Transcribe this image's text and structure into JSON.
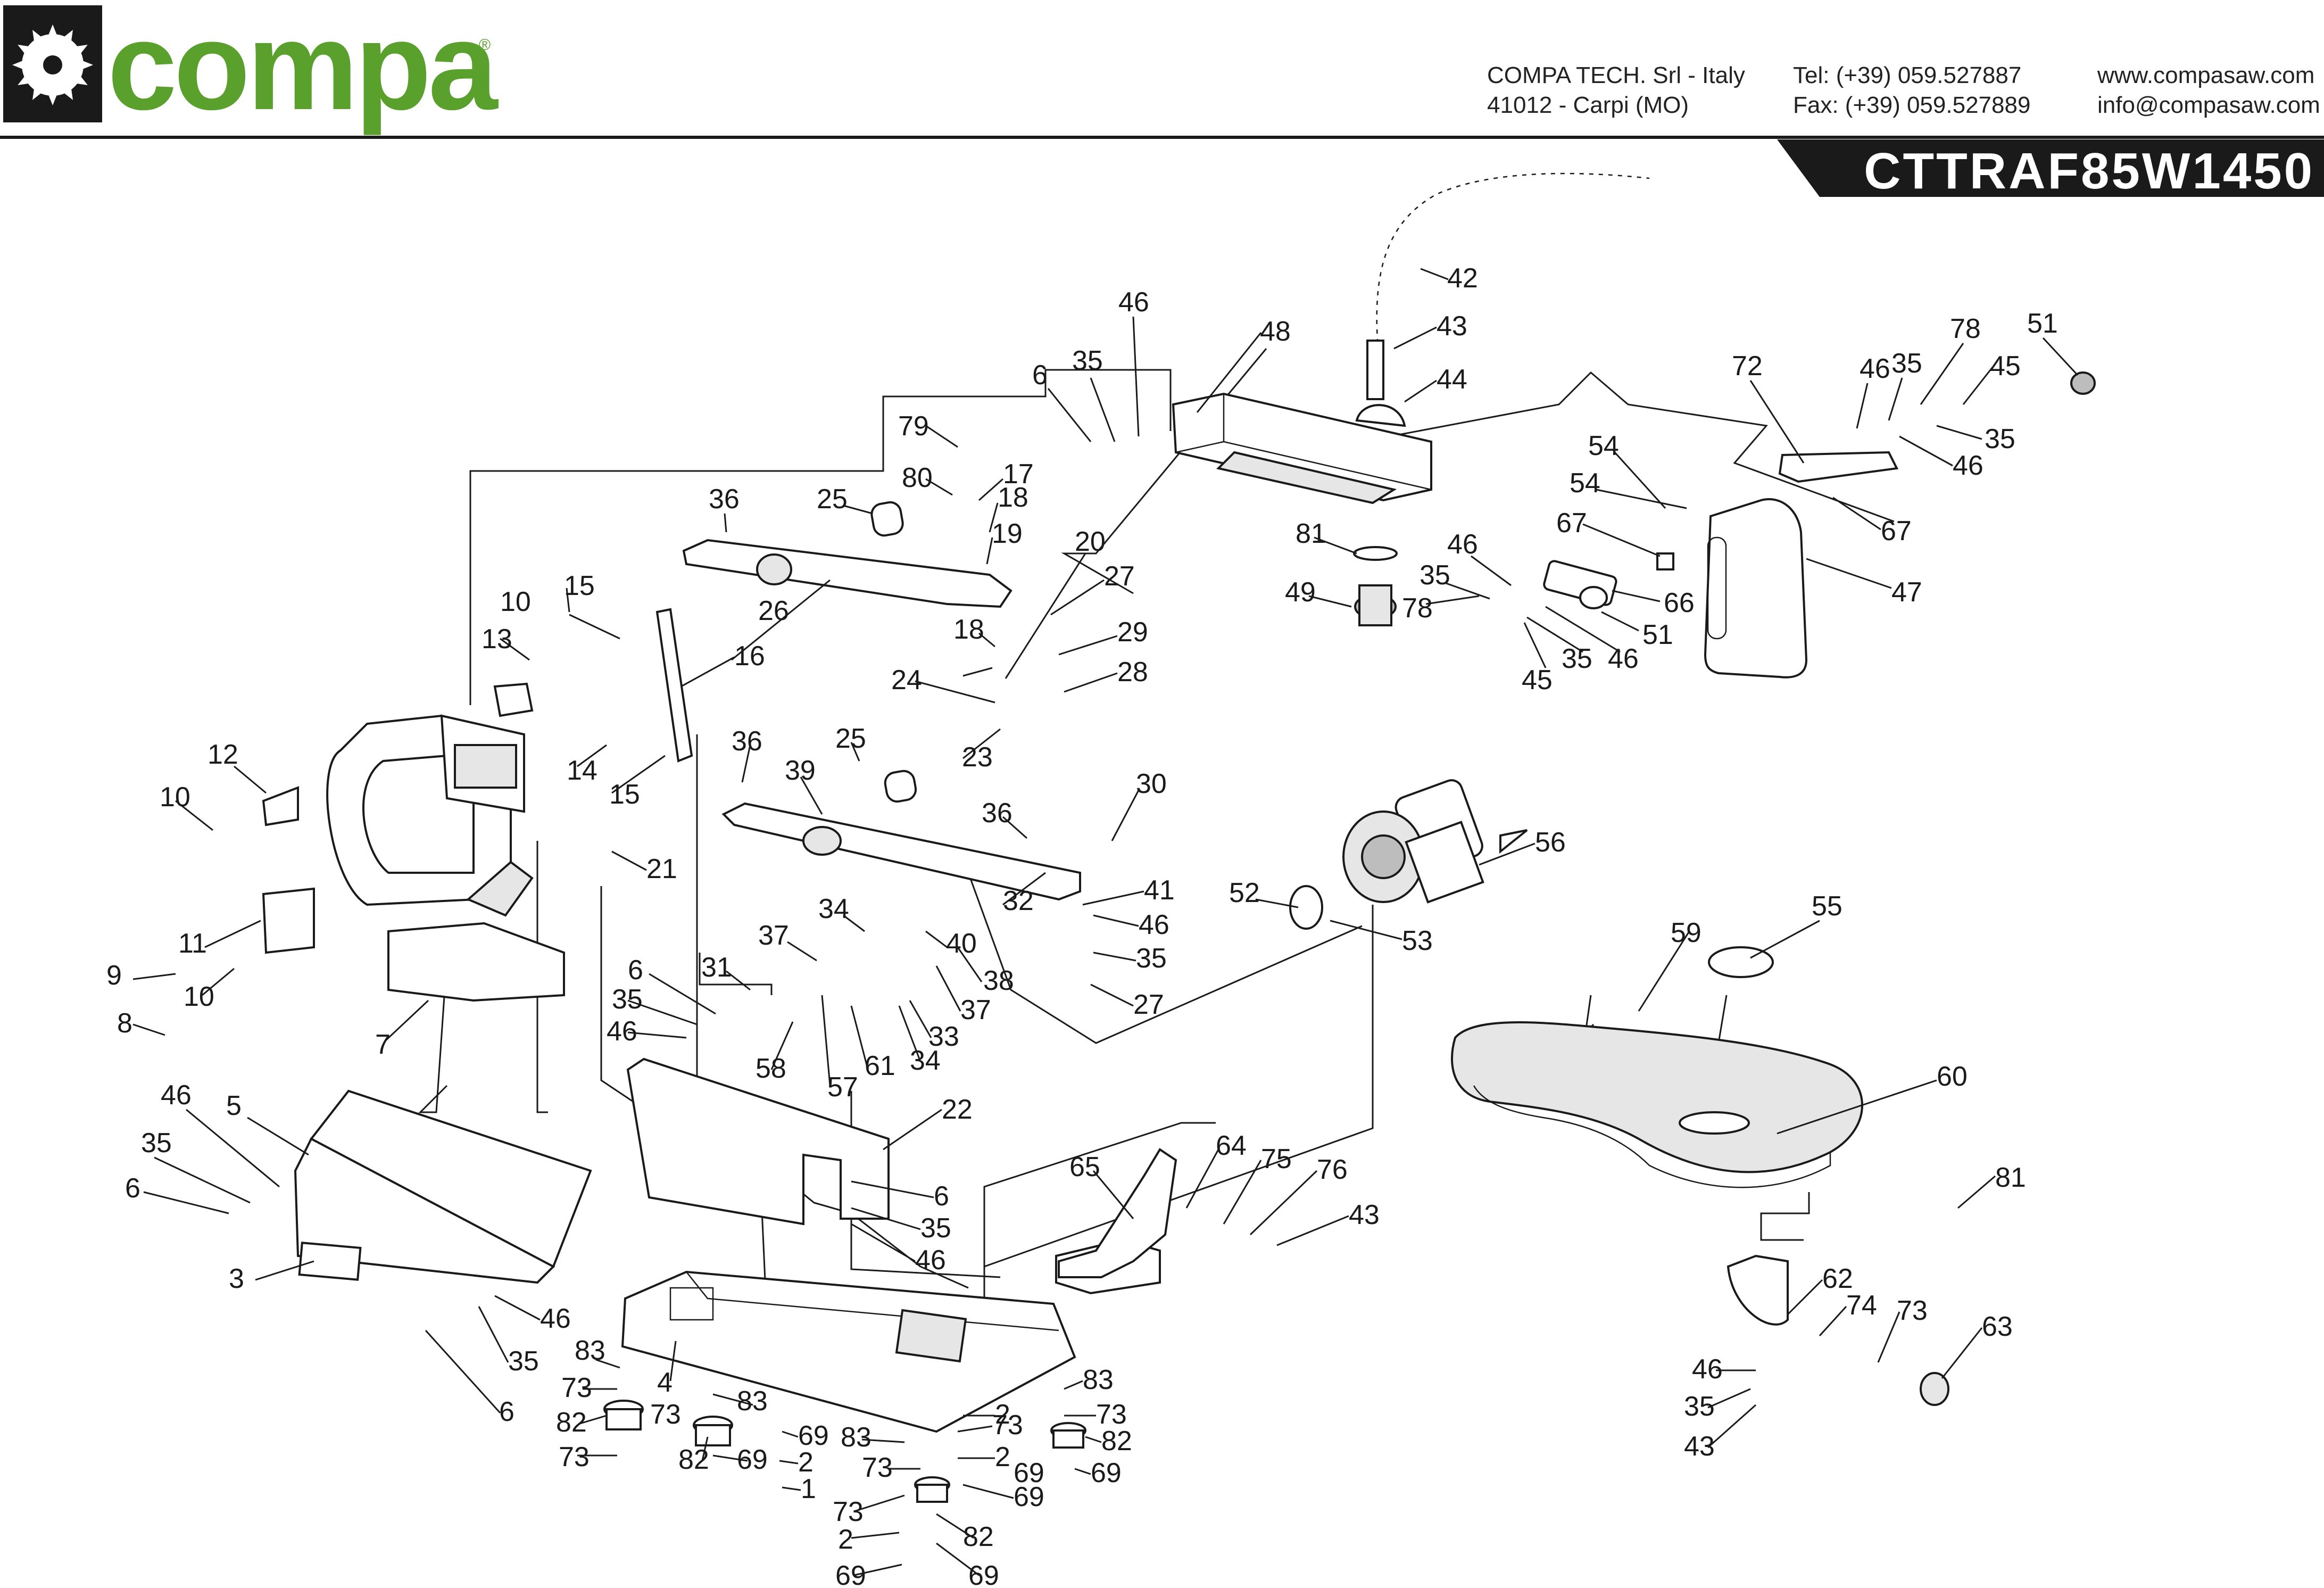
{
  "header": {
    "logo_text": "compa",
    "logo_mark": "®",
    "company_name": "COMPA TECH. Srl - Italy",
    "company_address": "41012 - Carpi (MO)",
    "tel": "Tel: (+39) 059.527887",
    "fax": "Fax: (+39) 059.527889",
    "website": "www.compasaw.com",
    "email": "info@compasaw.com",
    "model_code": "CTTRAF85W1450"
  },
  "colors": {
    "brand_green": "#5aa02c",
    "ink": "#1a1a1a"
  },
  "icons": {
    "logo": "saw-blade-logo-icon"
  },
  "callouts": [
    {
      "id": "c1",
      "text": "42"
    },
    {
      "id": "c2",
      "text": "43"
    },
    {
      "id": "c3",
      "text": "44"
    },
    {
      "id": "c4",
      "text": "46"
    },
    {
      "id": "c5",
      "text": "48"
    },
    {
      "id": "c6",
      "text": "35"
    },
    {
      "id": "c7",
      "text": "6"
    },
    {
      "id": "c8",
      "text": "81"
    },
    {
      "id": "c9",
      "text": "49"
    },
    {
      "id": "c10",
      "text": "72"
    },
    {
      "id": "c11",
      "text": "46"
    },
    {
      "id": "c12",
      "text": "35"
    },
    {
      "id": "c13",
      "text": "78"
    },
    {
      "id": "c14",
      "text": "45"
    },
    {
      "id": "c15",
      "text": "51"
    },
    {
      "id": "c16",
      "text": "35"
    },
    {
      "id": "c17",
      "text": "46"
    },
    {
      "id": "c18",
      "text": "67"
    },
    {
      "id": "c19",
      "text": "54"
    },
    {
      "id": "c20",
      "text": "54"
    },
    {
      "id": "c21",
      "text": "67"
    },
    {
      "id": "c22",
      "text": "47"
    },
    {
      "id": "c23",
      "text": "46"
    },
    {
      "id": "c24",
      "text": "35"
    },
    {
      "id": "c25",
      "text": "78"
    },
    {
      "id": "c26",
      "text": "66"
    },
    {
      "id": "c27",
      "text": "51"
    },
    {
      "id": "c28",
      "text": "45"
    },
    {
      "id": "c29",
      "text": "35"
    },
    {
      "id": "c30",
      "text": "46"
    },
    {
      "id": "c31",
      "text": "79"
    },
    {
      "id": "c32",
      "text": "80"
    },
    {
      "id": "c33",
      "text": "17"
    },
    {
      "id": "c34",
      "text": "18"
    },
    {
      "id": "c35",
      "text": "19"
    },
    {
      "id": "c36",
      "text": "25"
    },
    {
      "id": "c37",
      "text": "36"
    },
    {
      "id": "c38",
      "text": "26"
    },
    {
      "id": "c39",
      "text": "20"
    },
    {
      "id": "c40",
      "text": "27"
    },
    {
      "id": "c41",
      "text": "18"
    },
    {
      "id": "c42",
      "text": "29"
    },
    {
      "id": "c43",
      "text": "28"
    },
    {
      "id": "c44",
      "text": "24"
    },
    {
      "id": "c45",
      "text": "23"
    },
    {
      "id": "c46",
      "text": "16"
    },
    {
      "id": "c47",
      "text": "15"
    },
    {
      "id": "c48",
      "text": "10"
    },
    {
      "id": "c49",
      "text": "13"
    },
    {
      "id": "c50",
      "text": "14"
    },
    {
      "id": "c51",
      "text": "15"
    },
    {
      "id": "c52",
      "text": "12"
    },
    {
      "id": "c53",
      "text": "10"
    },
    {
      "id": "c54",
      "text": "11"
    },
    {
      "id": "c55",
      "text": "10"
    },
    {
      "id": "c56",
      "text": "9"
    },
    {
      "id": "c57",
      "text": "8"
    },
    {
      "id": "c58",
      "text": "7"
    },
    {
      "id": "c59",
      "text": "21"
    },
    {
      "id": "c60",
      "text": "36"
    },
    {
      "id": "c61",
      "text": "25"
    },
    {
      "id": "c62",
      "text": "39"
    },
    {
      "id": "c63",
      "text": "30"
    },
    {
      "id": "c64",
      "text": "36"
    },
    {
      "id": "c65",
      "text": "32"
    },
    {
      "id": "c66",
      "text": "41"
    },
    {
      "id": "c67",
      "text": "46"
    },
    {
      "id": "c68",
      "text": "35"
    },
    {
      "id": "c69",
      "text": "27"
    },
    {
      "id": "c70",
      "text": "34"
    },
    {
      "id": "c71",
      "text": "37"
    },
    {
      "id": "c72",
      "text": "40"
    },
    {
      "id": "c73",
      "text": "38"
    },
    {
      "id": "c74",
      "text": "37"
    },
    {
      "id": "c75",
      "text": "33"
    },
    {
      "id": "c76",
      "text": "34"
    },
    {
      "id": "c77",
      "text": "31"
    },
    {
      "id": "c78",
      "text": "61"
    },
    {
      "id": "c79",
      "text": "57"
    },
    {
      "id": "c80",
      "text": "58"
    },
    {
      "id": "c81",
      "text": "6"
    },
    {
      "id": "c82",
      "text": "35"
    },
    {
      "id": "c83",
      "text": "46"
    },
    {
      "id": "c84",
      "text": "22"
    },
    {
      "id": "c85",
      "text": "6"
    },
    {
      "id": "c86",
      "text": "35"
    },
    {
      "id": "c87",
      "text": "46"
    },
    {
      "id": "c88",
      "text": "56"
    },
    {
      "id": "c89",
      "text": "52"
    },
    {
      "id": "c90",
      "text": "53"
    },
    {
      "id": "c91",
      "text": "59"
    },
    {
      "id": "c92",
      "text": "55"
    },
    {
      "id": "c93",
      "text": "60"
    },
    {
      "id": "c94",
      "text": "81"
    },
    {
      "id": "c95",
      "text": "46"
    },
    {
      "id": "c96",
      "text": "5"
    },
    {
      "id": "c97",
      "text": "35"
    },
    {
      "id": "c98",
      "text": "6"
    },
    {
      "id": "c99",
      "text": "3"
    },
    {
      "id": "c100",
      "text": "46"
    },
    {
      "id": "c101",
      "text": "35"
    },
    {
      "id": "c102",
      "text": "6"
    },
    {
      "id": "c103",
      "text": "4"
    },
    {
      "id": "c104",
      "text": "83"
    },
    {
      "id": "c105",
      "text": "73"
    },
    {
      "id": "c106",
      "text": "82"
    },
    {
      "id": "c107",
      "text": "73"
    },
    {
      "id": "c108",
      "text": "73"
    },
    {
      "id": "c109",
      "text": "83"
    },
    {
      "id": "c110",
      "text": "82"
    },
    {
      "id": "c111",
      "text": "69"
    },
    {
      "id": "c112",
      "text": "69"
    },
    {
      "id": "c113",
      "text": "2"
    },
    {
      "id": "c114",
      "text": "1"
    },
    {
      "id": "c115",
      "text": "83"
    },
    {
      "id": "c116",
      "text": "73"
    },
    {
      "id": "c117",
      "text": "73"
    },
    {
      "id": "c118",
      "text": "2"
    },
    {
      "id": "c119",
      "text": "69"
    },
    {
      "id": "c120",
      "text": "2"
    },
    {
      "id": "c121",
      "text": "82"
    },
    {
      "id": "c122",
      "text": "69"
    },
    {
      "id": "c123",
      "text": "69"
    },
    {
      "id": "c124",
      "text": "73"
    },
    {
      "id": "c125",
      "text": "2"
    },
    {
      "id": "c126",
      "text": "69"
    },
    {
      "id": "c127",
      "text": "83"
    },
    {
      "id": "c128",
      "text": "73"
    },
    {
      "id": "c129",
      "text": "82"
    },
    {
      "id": "c130",
      "text": "69"
    },
    {
      "id": "c131",
      "text": "65"
    },
    {
      "id": "c132",
      "text": "64"
    },
    {
      "id": "c133",
      "text": "75"
    },
    {
      "id": "c134",
      "text": "76"
    },
    {
      "id": "c135",
      "text": "43"
    },
    {
      "id": "c136",
      "text": "62"
    },
    {
      "id": "c137",
      "text": "74"
    },
    {
      "id": "c138",
      "text": "73"
    },
    {
      "id": "c139",
      "text": "63"
    },
    {
      "id": "c140",
      "text": "46"
    },
    {
      "id": "c141",
      "text": "35"
    },
    {
      "id": "c142",
      "text": "43"
    }
  ]
}
